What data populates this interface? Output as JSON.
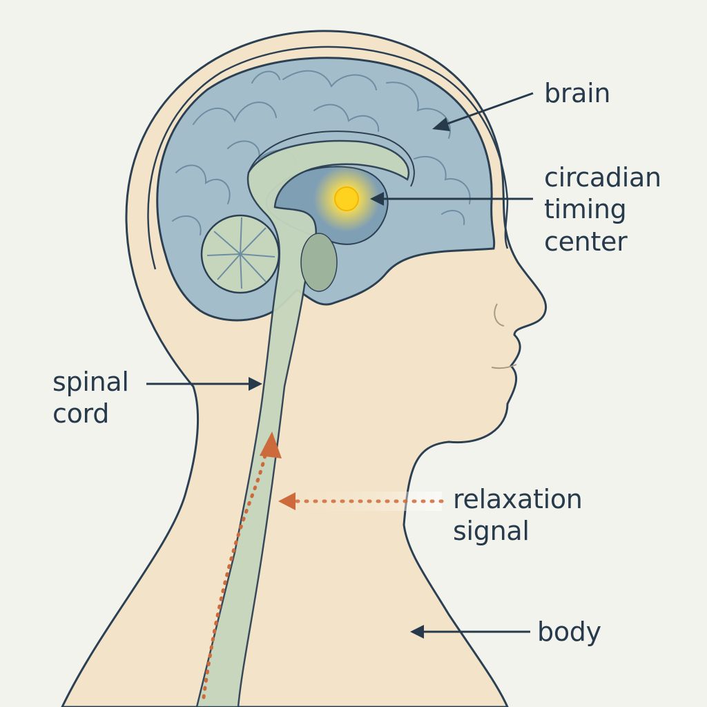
{
  "labels": {
    "brain": [
      "brain"
    ],
    "circadian": [
      "circadian",
      "timing",
      "center"
    ],
    "spinal": [
      "spinal",
      "cord"
    ],
    "relaxation": [
      "relaxation",
      "signal"
    ],
    "body": [
      "body"
    ]
  },
  "colors": {
    "background": "#f3f3ee",
    "skin": "#f3e4c9",
    "outline": "#2c4054",
    "brain_fill": "#a4bdca",
    "brain_dark": "#6e8da3",
    "midline": "#c5d6bd",
    "glow": "#ffd21f",
    "signal": "#cd6a3b",
    "text": "#273a4b"
  }
}
